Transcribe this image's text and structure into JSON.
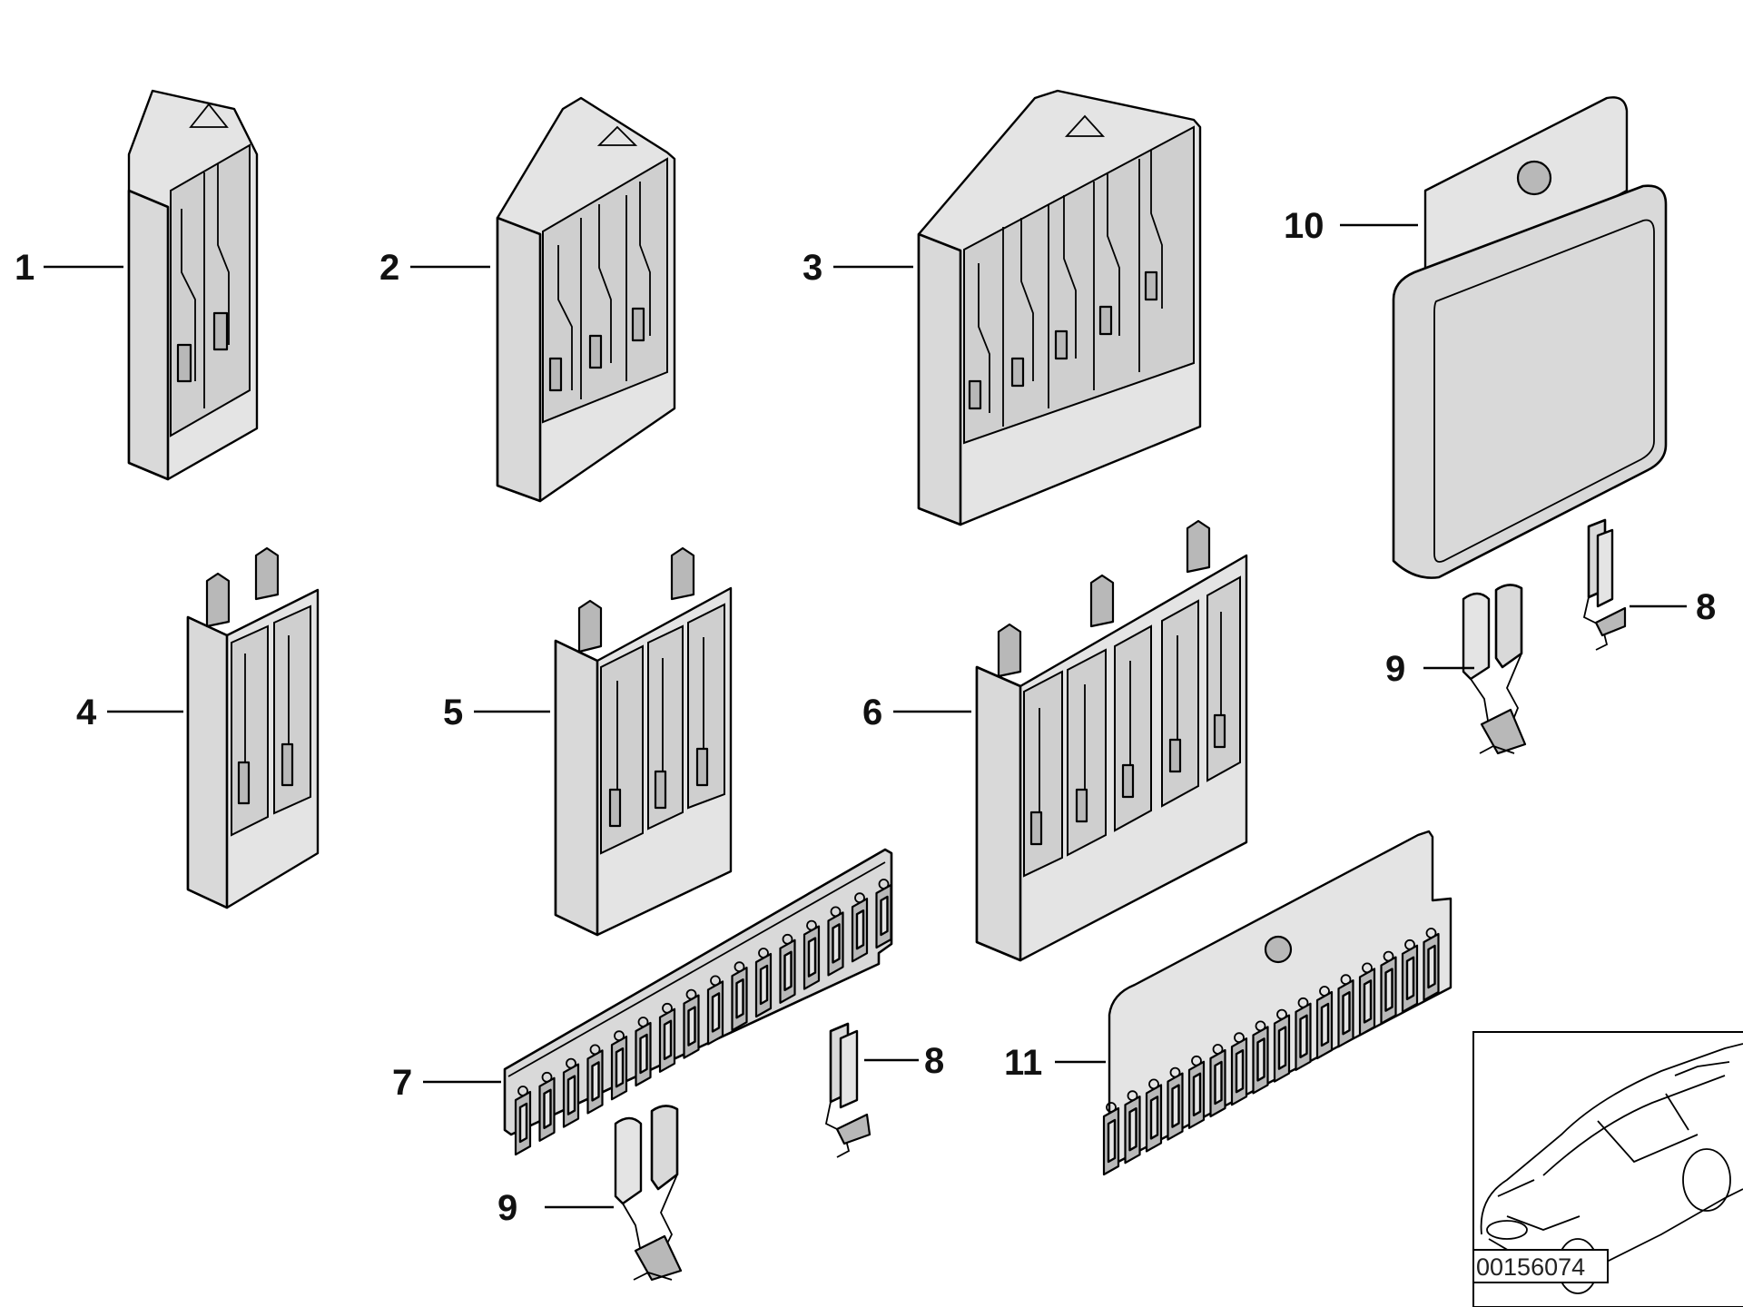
{
  "callouts": {
    "c1": "1",
    "c2": "2",
    "c3": "3",
    "c4": "4",
    "c5": "5",
    "c6": "6",
    "c7": "7",
    "c8a": "8",
    "c8b": "8",
    "c9a": "9",
    "c9b": "9",
    "c10": "10",
    "c11": "11"
  },
  "image_id": "00156074"
}
